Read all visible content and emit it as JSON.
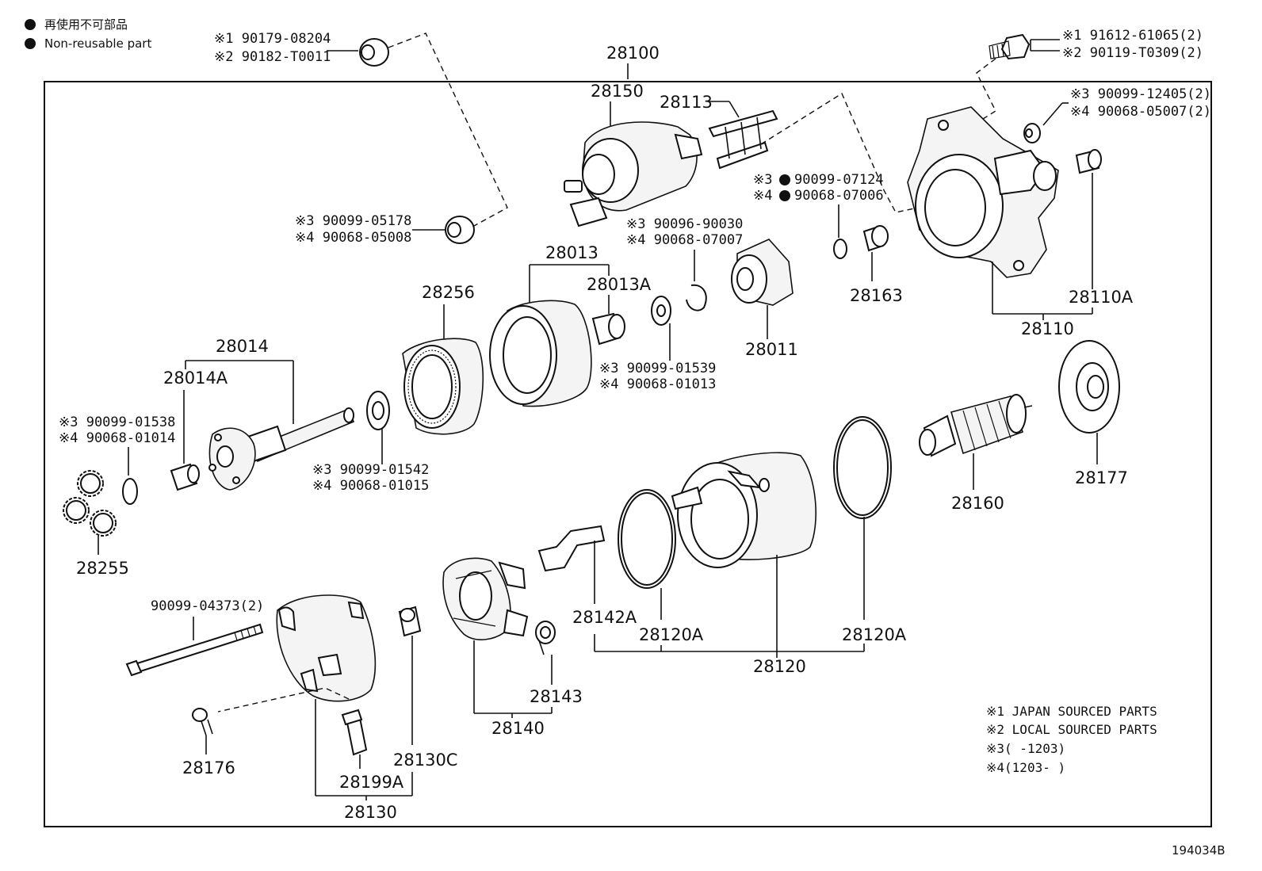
{
  "legend": {
    "jp": "再使用不可部品",
    "en": "Non-reusable part"
  },
  "diagram_id": "194034B",
  "labels": {
    "l28100": "28100",
    "l28150": "28150",
    "l28113": "28113",
    "l28013": "28013",
    "l28013a": "28013A",
    "l28256": "28256",
    "l28014": "28014",
    "l28014a": "28014A",
    "l28011": "28011",
    "l28163": "28163",
    "l28110": "28110",
    "l28110a": "28110A",
    "l28177": "28177",
    "l28160": "28160",
    "l28255": "28255",
    "l28142a": "28142A",
    "l28120a_1": "28120A",
    "l28120a_2": "28120A",
    "l28120": "28120",
    "l28143": "28143",
    "l28140": "28140",
    "l28176": "28176",
    "l28199a": "28199A",
    "l28130c": "28130C",
    "l28130": "28130"
  },
  "callouts": {
    "c1a": "※1 90179-08204",
    "c1b": "※2 90182-T0011",
    "c2a": "※1 91612-61065(2)",
    "c2b": "※2 90119-T0309(2)",
    "c3a": "※3 90099-12405(2)",
    "c3b": "※4 90068-05007(2)",
    "c4a": "※3",
    "c4a2": "90099-07124",
    "c4b": "※4",
    "c4b2": "90068-07006",
    "c5a": "※3 90096-90030",
    "c5b": "※4 90068-07007",
    "c6a": "※3 90099-05178",
    "c6b": "※4 90068-05008",
    "c7a": "※3 90099-01539",
    "c7b": "※4 90068-01013",
    "c8a": "※3 90099-01538",
    "c8b": "※4 90068-01014",
    "c9a": "※3 90099-01542",
    "c9b": "※4 90068-01015",
    "c10": "90099-04373(2)"
  },
  "notes": {
    "n1": "※1  JAPAN SOURCED PARTS",
    "n2": "※2  LOCAL SOURCED PARTS",
    "n3": "※3(     -1203)",
    "n4": "※4(1203-     )"
  }
}
